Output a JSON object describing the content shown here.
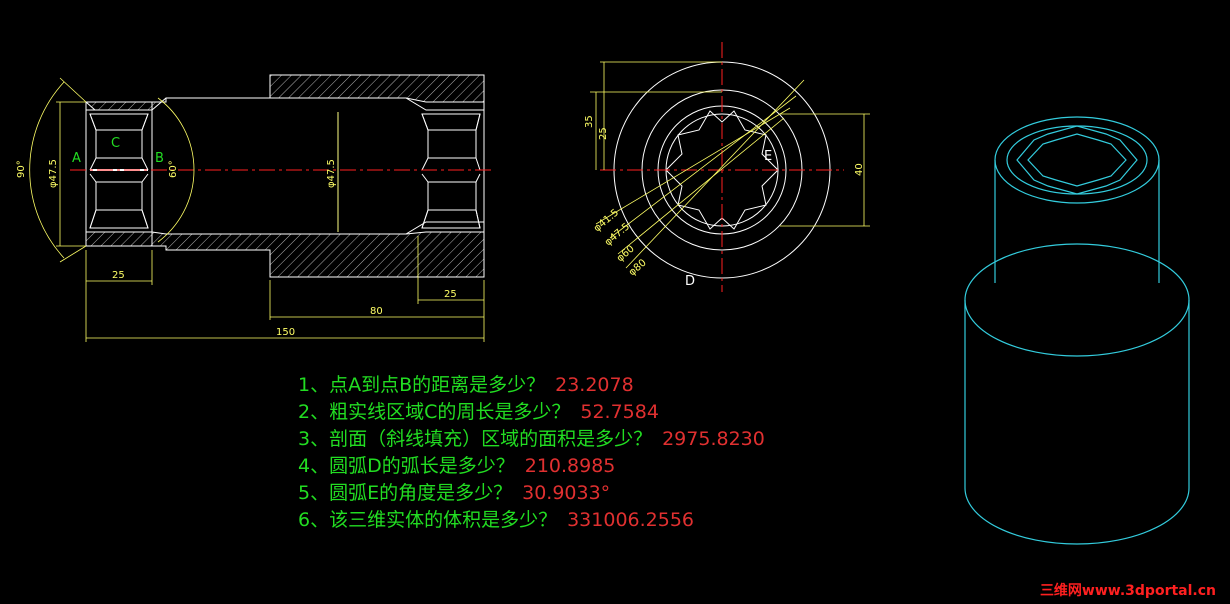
{
  "colors": {
    "background": "#000000",
    "outline": "#ffffff",
    "dimension": "#ffff66",
    "centerline": "#ff2020",
    "point_label": "#22dd22",
    "question_text": "#22dd22",
    "answer_text": "#e03030",
    "solid_3d": "#33ccdd",
    "watermark": "#ff2020"
  },
  "section_view": {
    "dims": {
      "angle_90": "90°",
      "dia_47_5_left": "φ47.5",
      "angle_60": "60°",
      "dia_47_5_mid": "φ47.5",
      "len_25_left": "25",
      "len_25_right": "25",
      "len_80": "80",
      "len_150": "150"
    },
    "labels": {
      "a": "A",
      "b": "B",
      "c": "C"
    }
  },
  "end_view": {
    "dims": {
      "d35": "35",
      "d25": "25",
      "d40": "40",
      "dia_41_5": "φ41.5",
      "dia_47_5": "φ47.5",
      "dia_60": "φ60",
      "dia_80": "φ80"
    },
    "labels": {
      "d": "D",
      "e": "E"
    }
  },
  "questions": [
    {
      "q": "1、点A到点B的距离是多少？",
      "a": "23.2078"
    },
    {
      "q": "2、粗实线区域C的周长是多少？",
      "a": "52.7584"
    },
    {
      "q": "3、剖面（斜线填充）区域的面积是多少？",
      "a": "2975.8230"
    },
    {
      "q": "4、圆弧D的弧长是多少？",
      "a": "210.8985"
    },
    {
      "q": "5、圆弧E的角度是多少？",
      "a": "30.9033°"
    },
    {
      "q": "6、该三维实体的体积是多少？",
      "a": "331006.2556"
    }
  ],
  "watermark": "三维网www.3dportal.cn"
}
